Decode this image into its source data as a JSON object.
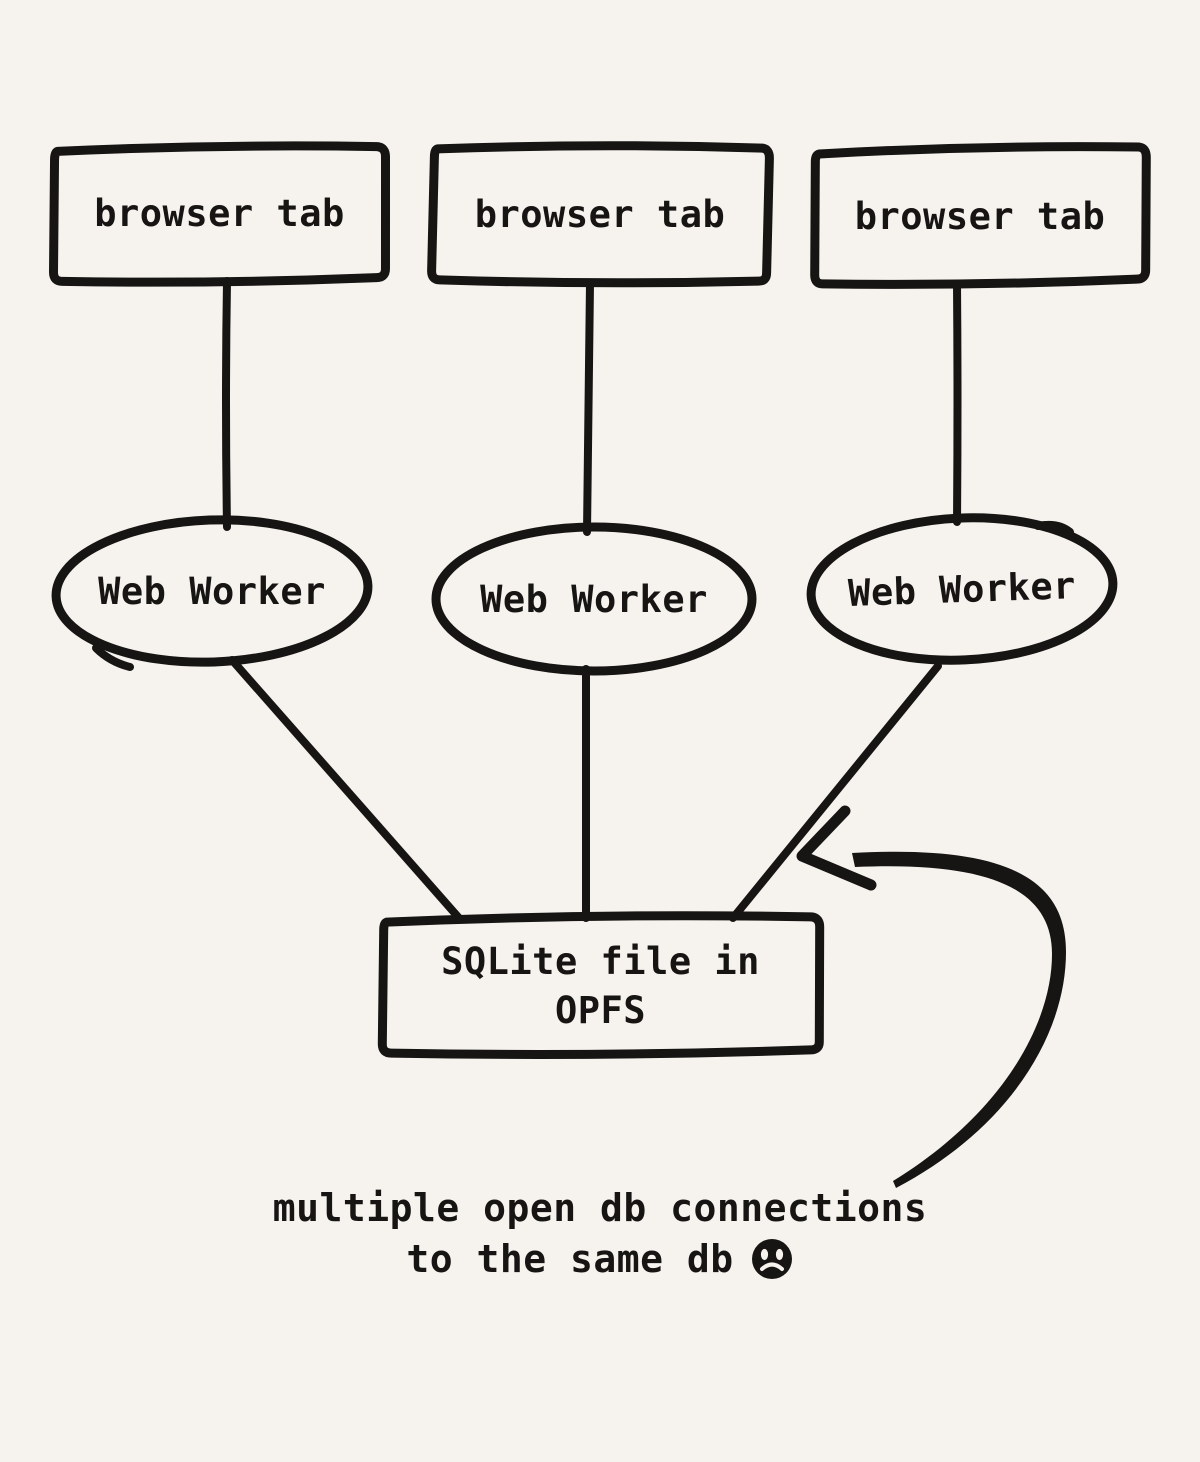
{
  "diagram": {
    "title_semantic": "browser tabs with web workers sharing one SQLite file in OPFS",
    "colors": {
      "background": "#f6f3ee",
      "ink": "#171513"
    },
    "browser_tabs": [
      {
        "label": "browser tab"
      },
      {
        "label": "browser tab"
      },
      {
        "label": "browser tab"
      }
    ],
    "web_workers": [
      {
        "label": "Web Worker"
      },
      {
        "label": "Web Worker"
      },
      {
        "label": "Web Worker"
      }
    ],
    "sqlite_node": {
      "line1": "SQLite file in",
      "line2": "OPFS"
    },
    "caption": {
      "line1": "multiple open db connections",
      "line2": "to the same db",
      "icon": "sad-face"
    }
  }
}
